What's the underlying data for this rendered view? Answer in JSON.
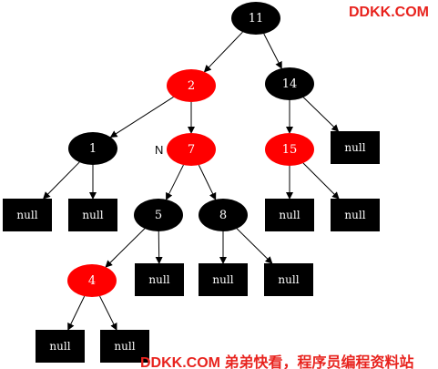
{
  "watermark_top": "DDKK.COM",
  "watermark_bottom": "DDKK.COM 弟弟快看，程序员编程资料站",
  "side_label": "N",
  "colors": {
    "black": "#000000",
    "red": "#ff0000",
    "node_text": "#ffffff",
    "edge": "#000000",
    "watermark": "#e8231e"
  },
  "nodes": [
    {
      "id": "n11",
      "label": "11",
      "color": "black",
      "kind": "node"
    },
    {
      "id": "n2",
      "label": "2",
      "color": "red",
      "kind": "node"
    },
    {
      "id": "n14",
      "label": "14",
      "color": "black",
      "kind": "node"
    },
    {
      "id": "n1",
      "label": "1",
      "color": "black",
      "kind": "node"
    },
    {
      "id": "n7",
      "label": "7",
      "color": "red",
      "kind": "node"
    },
    {
      "id": "n15",
      "label": "15",
      "color": "red",
      "kind": "node"
    },
    {
      "id": "nl14",
      "label": "null",
      "color": "black",
      "kind": "null"
    },
    {
      "id": "nl1a",
      "label": "null",
      "color": "black",
      "kind": "null"
    },
    {
      "id": "nl1b",
      "label": "null",
      "color": "black",
      "kind": "null"
    },
    {
      "id": "n5",
      "label": "5",
      "color": "black",
      "kind": "node"
    },
    {
      "id": "n8",
      "label": "8",
      "color": "black",
      "kind": "node"
    },
    {
      "id": "nl15a",
      "label": "null",
      "color": "black",
      "kind": "null"
    },
    {
      "id": "nl15b",
      "label": "null",
      "color": "black",
      "kind": "null"
    },
    {
      "id": "n4",
      "label": "4",
      "color": "red",
      "kind": "node"
    },
    {
      "id": "nl5",
      "label": "null",
      "color": "black",
      "kind": "null"
    },
    {
      "id": "nl8a",
      "label": "null",
      "color": "black",
      "kind": "null"
    },
    {
      "id": "nl8b",
      "label": "null",
      "color": "black",
      "kind": "null"
    },
    {
      "id": "nl4a",
      "label": "null",
      "color": "black",
      "kind": "null"
    },
    {
      "id": "nl4b",
      "label": "null",
      "color": "black",
      "kind": "null"
    }
  ],
  "edges": [
    [
      "n11",
      "n2"
    ],
    [
      "n11",
      "n14"
    ],
    [
      "n2",
      "n1"
    ],
    [
      "n2",
      "n7"
    ],
    [
      "n14",
      "n15"
    ],
    [
      "n14",
      "nl14"
    ],
    [
      "n1",
      "nl1a"
    ],
    [
      "n1",
      "nl1b"
    ],
    [
      "n7",
      "n5"
    ],
    [
      "n7",
      "n8"
    ],
    [
      "n15",
      "nl15a"
    ],
    [
      "n15",
      "nl15b"
    ],
    [
      "n5",
      "n4"
    ],
    [
      "n5",
      "nl5"
    ],
    [
      "n8",
      "nl8a"
    ],
    [
      "n8",
      "nl8b"
    ],
    [
      "n4",
      "nl4a"
    ],
    [
      "n4",
      "nl4b"
    ]
  ]
}
